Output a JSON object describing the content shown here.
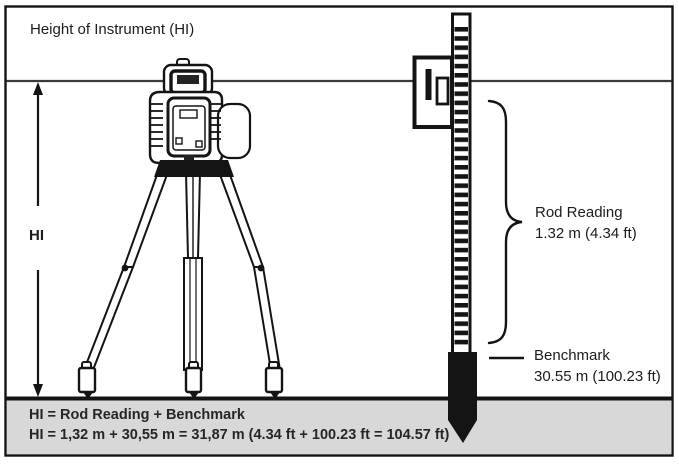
{
  "header": {
    "title": "Height of Instrument (HI)"
  },
  "measure": {
    "hi": "HI"
  },
  "annotations": {
    "rod_reading_label": "Rod Reading",
    "rod_reading_value": "1.32 m (4.34 ft)",
    "benchmark_label": "Benchmark",
    "benchmark_value": "30.55 m (100.23 ft)"
  },
  "formula": {
    "line1": "HI = Rod Reading + Benchmark",
    "line2": "HI = 1,32 m + 30,55 m = 31,87 m (4.34 ft + 100.23 ft = 104.57 ft)"
  },
  "icons": {
    "laser_level": "rotary-laser-level-icon",
    "tripod": "tripod-icon",
    "rod": "graduated-leveling-rod-icon",
    "receiver": "laser-receiver-icon"
  },
  "colors": {
    "ink": "#171717",
    "beam": "#3a3a3a",
    "ground": "#d8d8d8"
  }
}
